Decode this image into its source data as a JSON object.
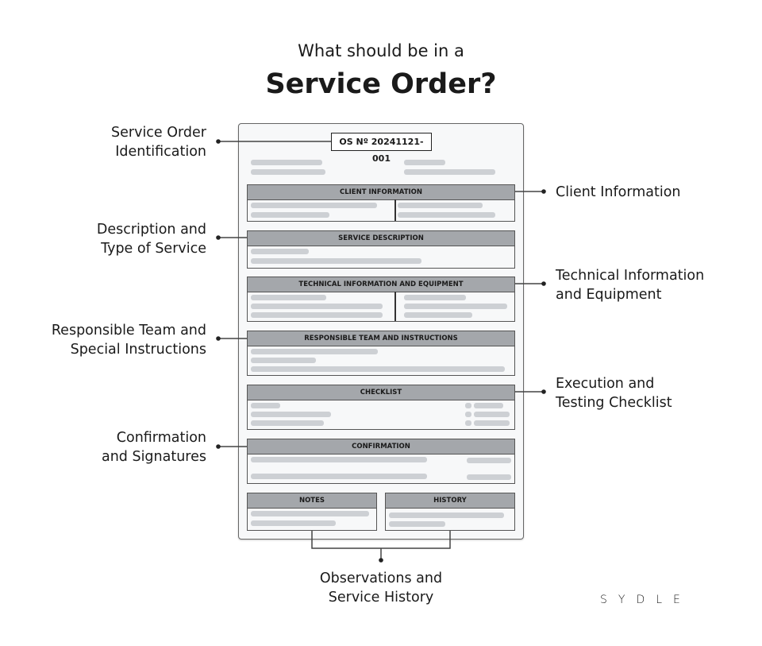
{
  "header": {
    "subtitle": "What should be in a",
    "title": "Service Order?"
  },
  "document": {
    "order_number": "OS Nº 20241121-001",
    "sections": {
      "client": "CLIENT INFORMATION",
      "service": "SERVICE DESCRIPTION",
      "technical": "TECHNICAL INFORMATION AND EQUIPMENT",
      "team": "RESPONSIBLE TEAM AND INSTRUCTIONS",
      "checklist": "CHECKLIST",
      "confirmation": "CONFIRMATION",
      "notes": "NOTES",
      "history": "HISTORY"
    }
  },
  "callouts": {
    "identification": [
      "Service Order",
      "Identification"
    ],
    "description": [
      "Description and",
      "Type of Service"
    ],
    "team": [
      "Responsible Team and",
      "Special Instructions"
    ],
    "confirmation": [
      "Confirmation",
      "and Signatures"
    ],
    "client": [
      "Client Information"
    ],
    "technical": [
      "Technical Information",
      "and Equipment"
    ],
    "checklist": [
      "Execution and",
      "Testing Checklist"
    ],
    "observations": [
      "Observations and",
      "Service History"
    ]
  },
  "brand": {
    "logo": "SYDLE"
  }
}
